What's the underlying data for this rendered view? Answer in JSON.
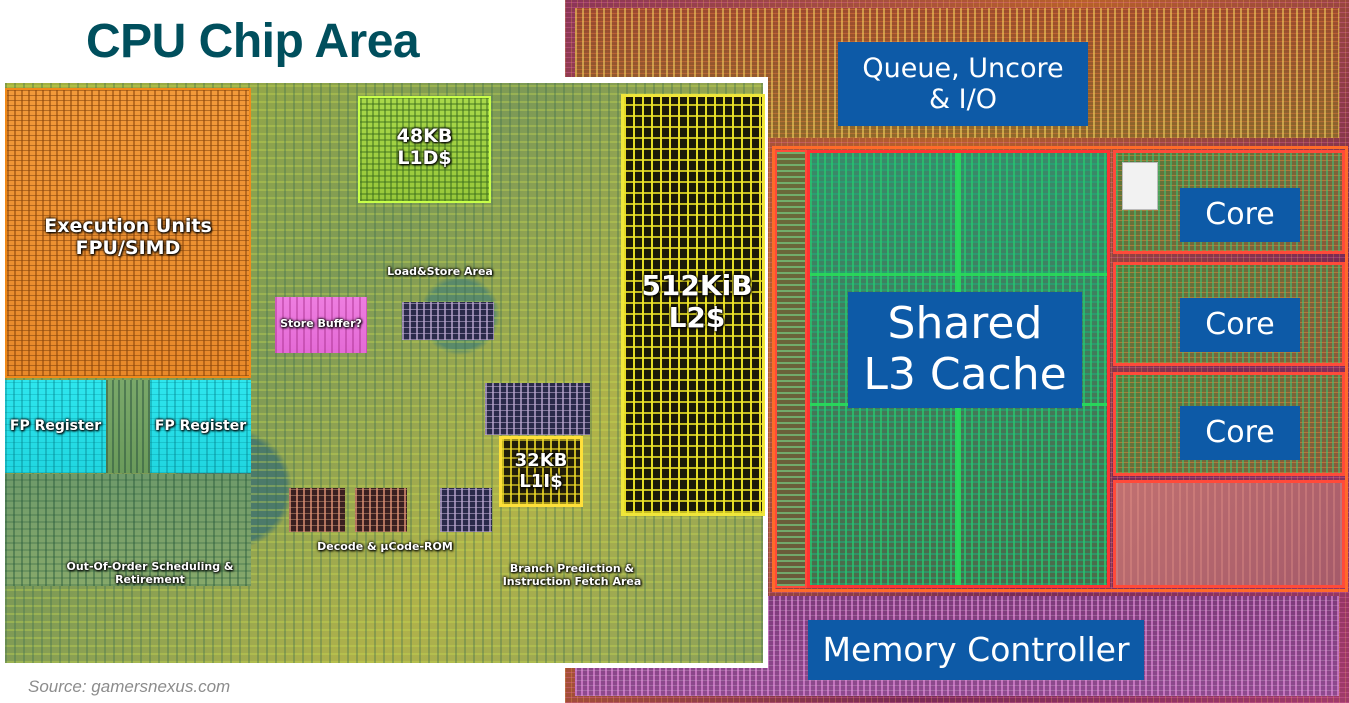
{
  "title": "CPU Chip Area",
  "source": "Source: gamersnexus.com",
  "core_die": {
    "execution_units": "Execution Units\nFPU/SIMD",
    "fp_register_left": "FP Register",
    "fp_register_right": "FP Register",
    "l1d": "48KB\nL1D$",
    "load_store": "Load&Store Area",
    "store_buffer": "Store Buffer?",
    "l2": "512KiB\nL2$",
    "l1i": "32KB\nL1I$",
    "decode": "Decode & µCode-ROM",
    "out_of_order": "Out-Of-Order Scheduling &\nRetirement",
    "branch_prediction": "Branch Prediction &\nInstruction Fetch Area"
  },
  "chip_die": {
    "queue_uncore": "Queue, Uncore\n& I/O",
    "shared_l3": "Shared\nL3 Cache",
    "cores": [
      "Core",
      "Core",
      "Core"
    ],
    "memory_controller": "Memory Controller"
  },
  "colors": {
    "title": "#004f5d",
    "label_box": "#0d5aa7",
    "execution_units": "#f29a3a",
    "fp_register": "#2ee6ee",
    "store_buffer": "#e46ad6",
    "l2_outline": "#f0e63a",
    "l3_outline": "#ff3333"
  }
}
